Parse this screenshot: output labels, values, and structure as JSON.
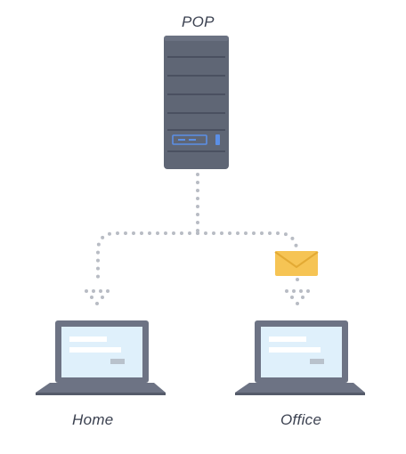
{
  "server": {
    "label": "POP"
  },
  "clients": [
    {
      "label": "Home"
    },
    {
      "label": "Office"
    }
  ],
  "colors": {
    "server_body": "#5f6675",
    "server_line": "#4a5060",
    "server_accent": "#5b8fe6",
    "dots": "#b8bcc4",
    "laptop_frame": "#6d7384",
    "laptop_base": "#555b6a",
    "screen": "#dff0fb",
    "screen_bars": "#ffffff",
    "screen_button": "#b9c2cc",
    "envelope": "#f6c454",
    "envelope_fold": "#e3aa34",
    "label_text": "#3b4150"
  },
  "icons": [
    "server-icon",
    "laptop-icon",
    "envelope-icon"
  ]
}
